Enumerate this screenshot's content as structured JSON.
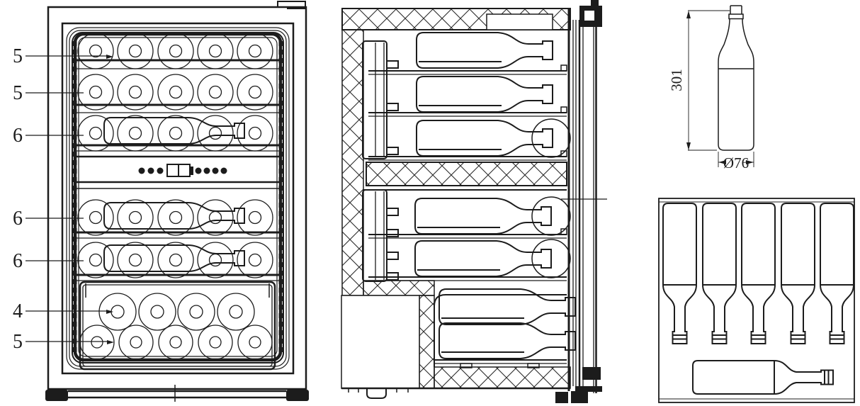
{
  "front_view": {
    "shelf_capacity_labels": [
      "5",
      "5",
      "6",
      "6",
      "6",
      "4",
      "5"
    ]
  },
  "bottle_drawing": {
    "height_label": "301",
    "diameter_label": "Ø76"
  },
  "colors": {
    "line": "#1c1c1c",
    "background": "#ffffff"
  }
}
